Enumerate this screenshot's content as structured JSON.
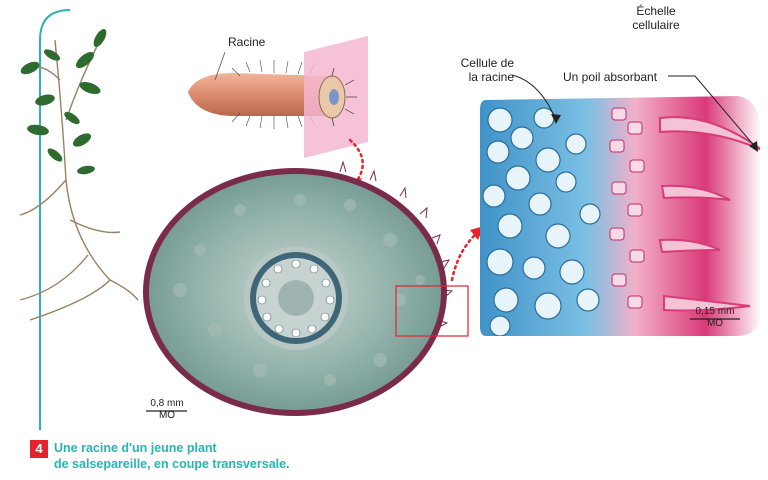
{
  "labels": {
    "root": "Racine",
    "scale_title_line1": "Échelle",
    "scale_title_line2": "cellulaire",
    "root_cell_line1": "Cellule de",
    "root_cell_line2": "la racine",
    "root_hair": "Un poil absorbant"
  },
  "scales": {
    "section": {
      "value": "0,8 mm",
      "unit": "MO"
    },
    "zoom": {
      "value": "0,15 mm",
      "unit": "MO"
    }
  },
  "caption": {
    "number": "4",
    "line1": "Une racine d'un jeune plant",
    "line2": "de salsepareille, en coupe transversale."
  },
  "colors": {
    "accent_teal": "#27b5b3",
    "accent_red": "#e3232d",
    "root_tan": "#d9886c",
    "section_plane": "#f4b7d0",
    "cortex": "#8fb0a8",
    "epidermis": "#7b2b4a",
    "tissue_blue": "#3f92c8",
    "tissue_pink": "#d93a78"
  }
}
